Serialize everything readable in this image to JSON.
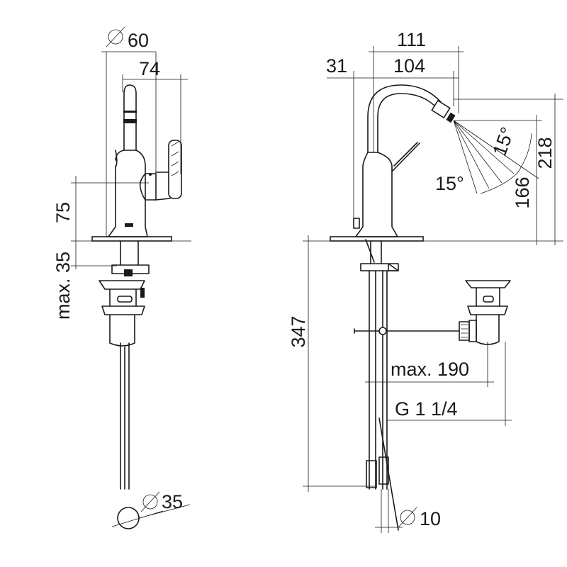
{
  "dimensions": {
    "dia_60": "60",
    "w_74": "74",
    "h_75": "75",
    "max_35": "max. 35",
    "dia_35": "35",
    "w_111": "111",
    "w_31": "31",
    "w_104": "104",
    "angle_a": "15°",
    "angle_b": "15°",
    "h_218": "218",
    "h_166": "166",
    "h_347": "347",
    "max_190": "max. 190",
    "thread": "G 1 1/4",
    "dia_10": "10"
  },
  "symbols": {
    "diameter": "⌀"
  }
}
